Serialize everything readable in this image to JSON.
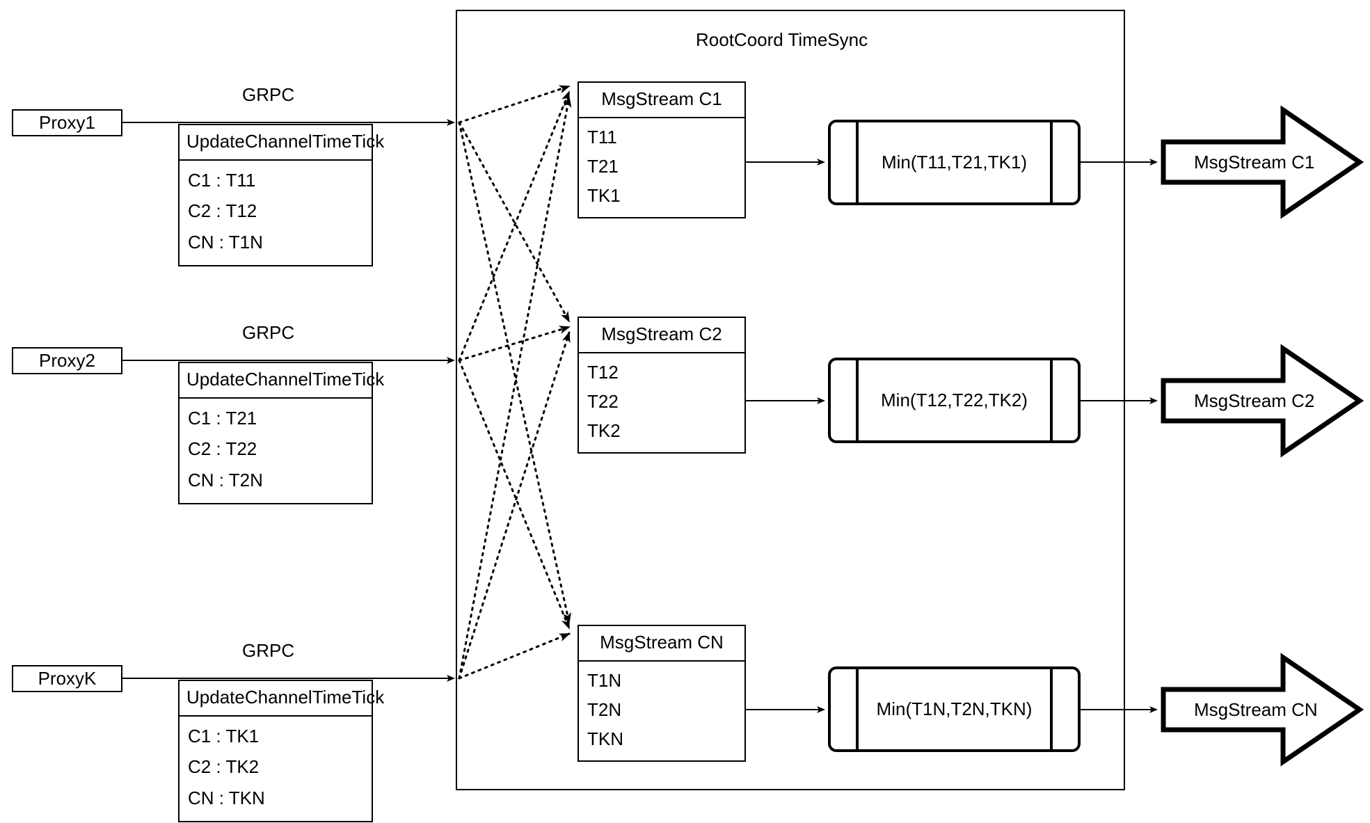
{
  "diagram": {
    "title": "RootCoord TimeSync",
    "container": {
      "label": "RootCoord TimeSync"
    },
    "link_label": "GRPC",
    "proxies": [
      {
        "name": "Proxy1",
        "protocol": "GRPC",
        "request": {
          "title": "UpdateChannelTimeTick",
          "rows": [
            "C1 :  T11",
            "C2 :  T12",
            "CN : T1N"
          ]
        }
      },
      {
        "name": "Proxy2",
        "protocol": "GRPC",
        "request": {
          "title": "UpdateChannelTimeTick",
          "rows": [
            "C1 :  T21",
            "C2 :  T22",
            "CN : T2N"
          ]
        }
      },
      {
        "name": "ProxyK",
        "protocol": "GRPC",
        "request": {
          "title": "UpdateChannelTimeTick",
          "rows": [
            "C1 :  TK1",
            "C2 :  TK2",
            "CN : TKN"
          ]
        }
      }
    ],
    "channels": [
      {
        "stream": {
          "title": "MsgStream C1",
          "rows": [
            "T11",
            "T21",
            "TK1"
          ]
        },
        "reduce": {
          "label": "Min(T11,T21,TK1)"
        },
        "output": {
          "label": "MsgStream C1"
        }
      },
      {
        "stream": {
          "title": "MsgStream C2",
          "rows": [
            "T12",
            "T22",
            "TK2"
          ]
        },
        "reduce": {
          "label": "Min(T12,T22,TK2)"
        },
        "output": {
          "label": "MsgStream C2"
        }
      },
      {
        "stream": {
          "title": "MsgStream CN",
          "rows": [
            "T1N",
            "T2N",
            "TKN"
          ]
        },
        "reduce": {
          "label": "Min(T1N,T2N,TKN)"
        },
        "output": {
          "label": "MsgStream CN"
        }
      }
    ],
    "colors": {
      "stroke": "#000000",
      "background": "#ffffff",
      "text": "#000000"
    }
  }
}
